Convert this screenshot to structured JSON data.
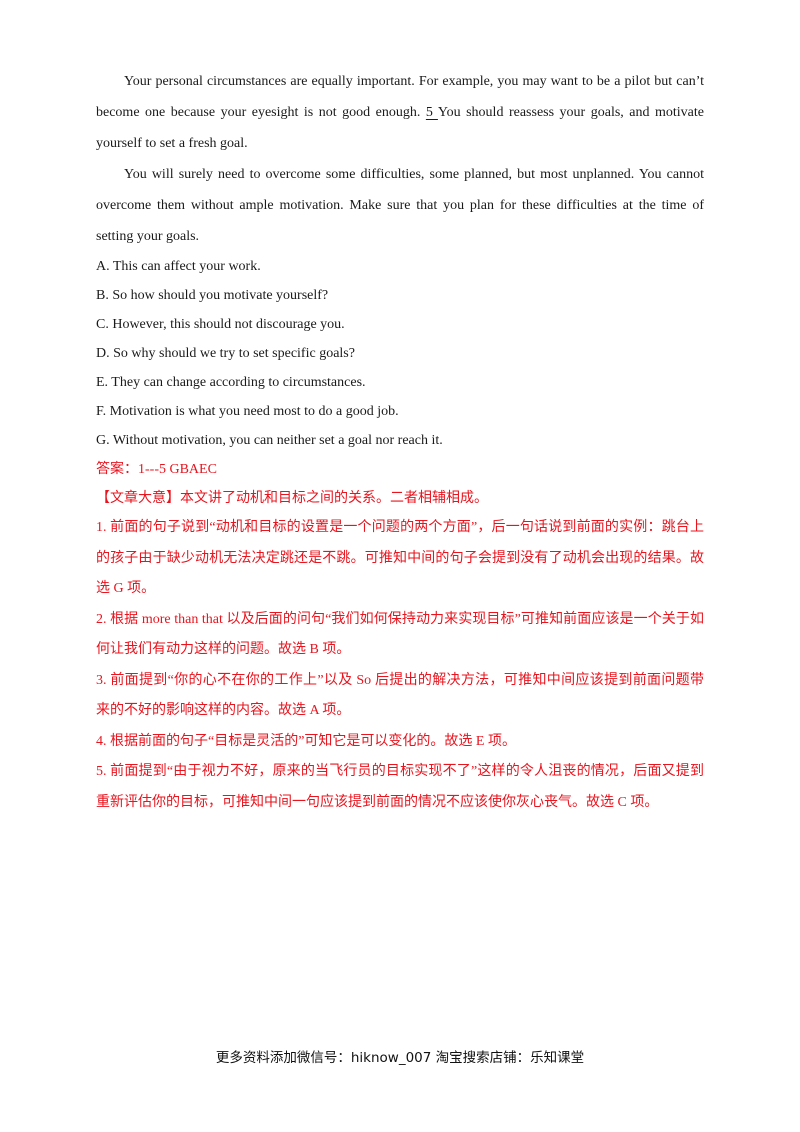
{
  "passage": {
    "p1": {
      "before": "Your personal circumstances are equally important. For example,    you may want to be a pilot but can’t become one because your eyesight is not good enough.  ",
      "blank": "   5     ",
      "after": "You should reassess your goals,    and motivate yourself to set a fresh goal."
    },
    "p2": "You will surely need to overcome some difficulties, some planned, but most unplanned. You cannot overcome them without ample motivation. Make sure that you plan for these difficulties at the time of setting your goals."
  },
  "options": [
    "A. This can affect your work.",
    "B. So how should you motivate yourself?",
    "C. However,    this should not discourage you.",
    "D. So why should we try to set specific goals?",
    "E. They can change according to circumstances.",
    "F. Motivation is what you need most to do a good job.",
    "G. Without motivation, you can neither set a goal nor reach it."
  ],
  "answer": "答案：1---5 GBAEC",
  "summary": "【文章大意】本文讲了动机和目标之间的关系。二者相辅相成。",
  "explanations": [
    "1. 前面的句子说到“动机和目标的设置是一个问题的两个方面”，后一句话说到前面的实例：跳台上的孩子由于缺少动机无法决定跳还是不跳。可推知中间的句子会提到没有了动机会出现的结果。故选 G 项。",
    "2. 根据 more than that 以及后面的问句“我们如何保持动力来实现目标”可推知前面应该是一个关于如何让我们有动力这样的问题。故选 B 项。",
    "3. 前面提到“你的心不在你的工作上”以及 So 后提出的解决方法，可推知中间应该提到前面问题带来的不好的影响这样的内容。故选 A 项。",
    "4. 根据前面的句子“目标是灵活的”可知它是可以变化的。故选 E 项。",
    "5. 前面提到“由于视力不好，原来的当飞行员的目标实现不了”这样的令人沮丧的情况，后面又提到重新评估你的目标，可推知中间一句应该提到前面的情况不应该使你灰心丧气。故选 C 项。"
  ],
  "footer": "更多资料添加微信号：hiknow_007    淘宝搜索店铺：乐知课堂"
}
